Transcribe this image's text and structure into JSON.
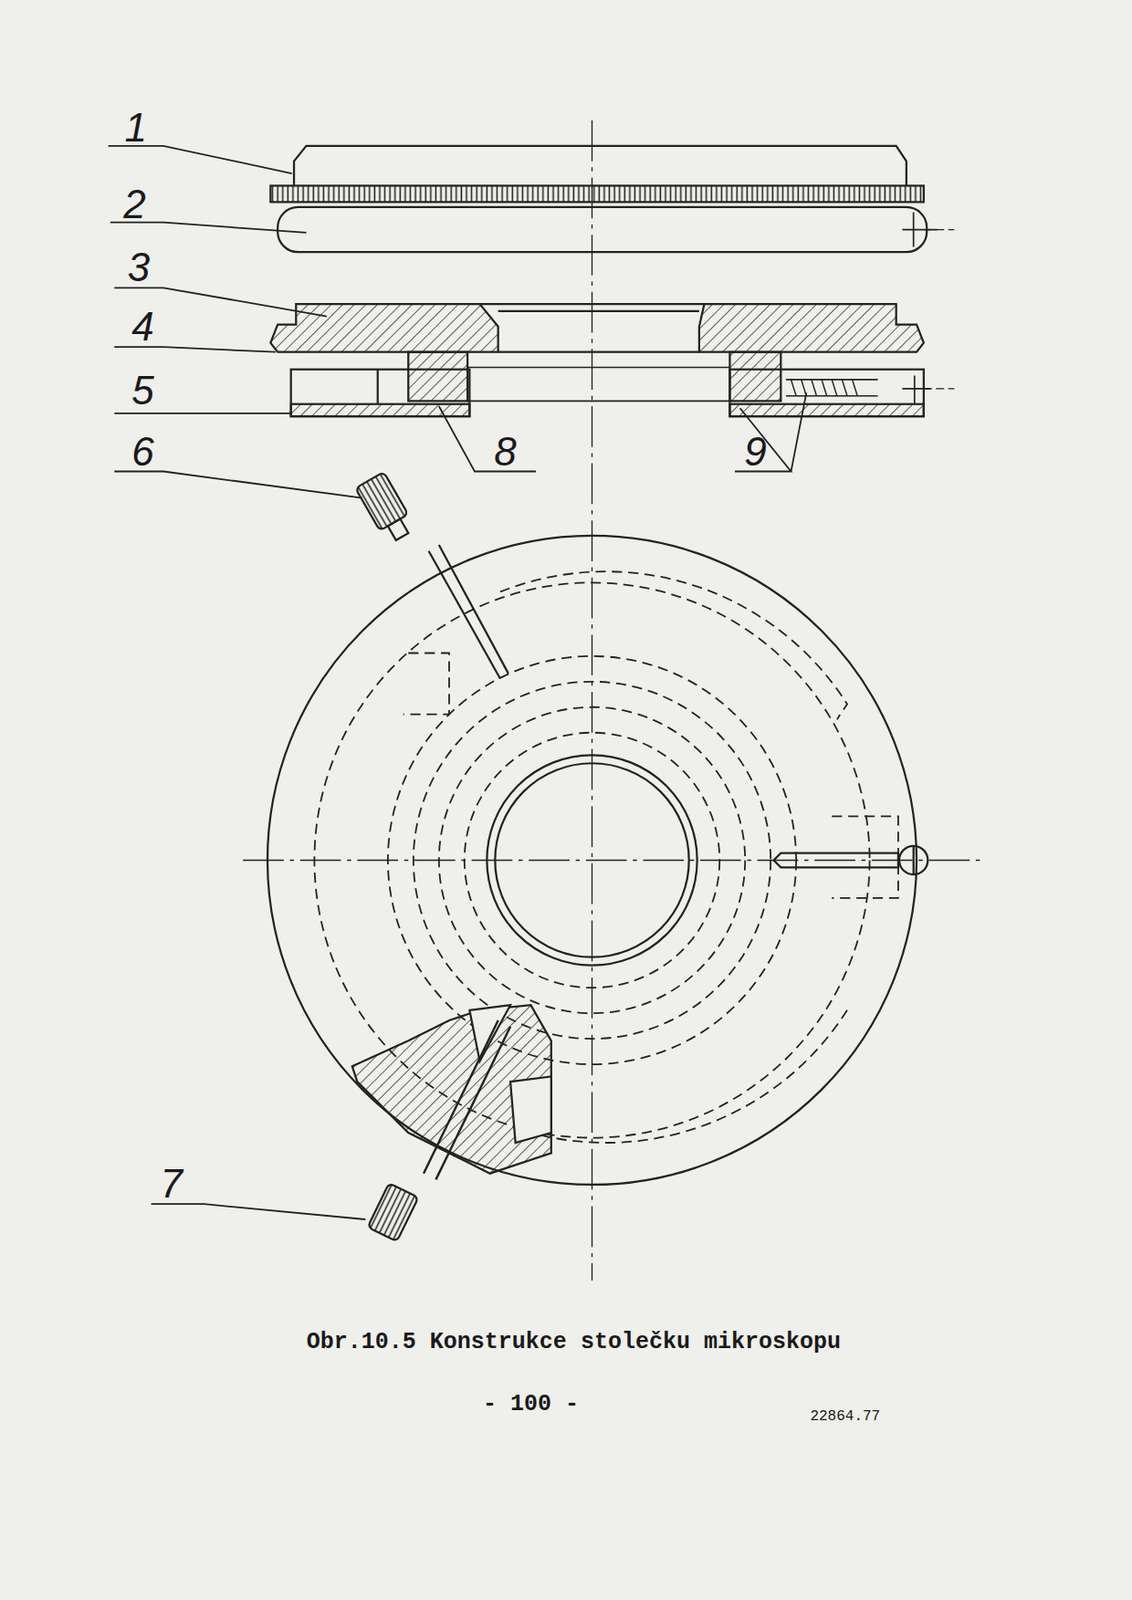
{
  "diagram": {
    "caption": "Obr.10.5 Konstrukce stolečku mikroskopu",
    "labels": [
      "1",
      "2",
      "3",
      "4",
      "5",
      "6",
      "7",
      "8",
      "9",
      "- 100 -",
      "22864.77"
    ]
  }
}
